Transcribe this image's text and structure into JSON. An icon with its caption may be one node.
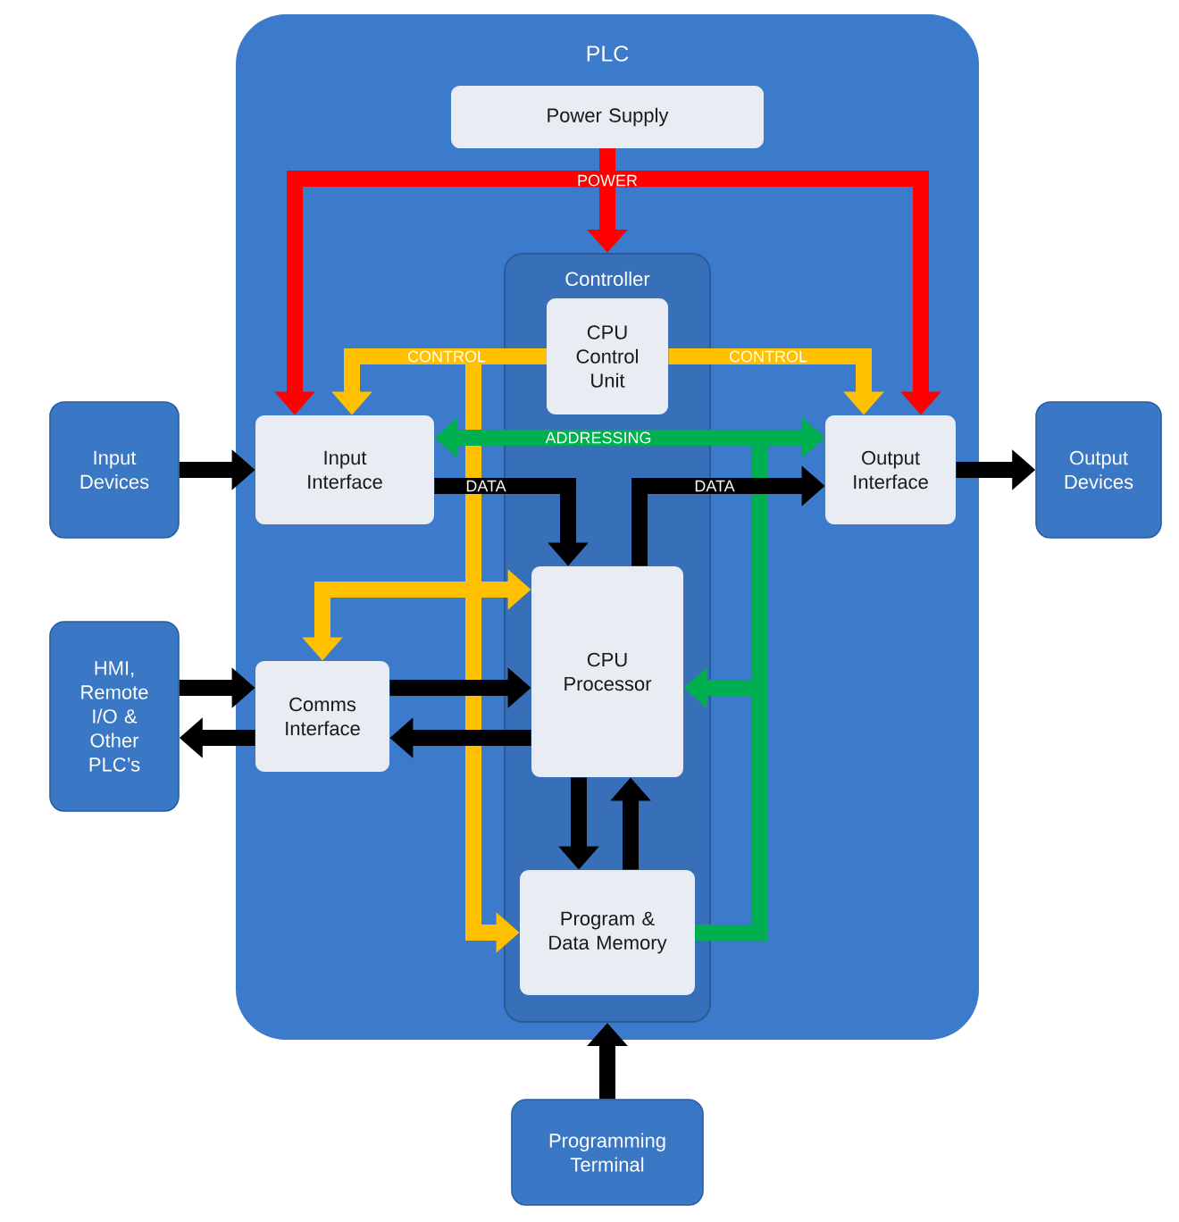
{
  "diagram": {
    "nodes": [
      {
        "text": [
          "PLC"
        ]
      },
      {
        "text": [
          "Power Supply"
        ],
        "in": 0
      },
      {
        "text": [
          "Controller"
        ],
        "in": 0
      },
      {
        "text": [
          "CPU Control Unit"
        ],
        "in": 2
      },
      {
        "text": [
          "Input Interface"
        ],
        "in": 0
      },
      {
        "text": [
          "Output Interface"
        ],
        "in": 0
      },
      {
        "text": [
          "CPU Processor"
        ],
        "in": 2
      },
      {
        "text": [
          "Comms Interface"
        ],
        "in": 0
      },
      {
        "text": [
          "Program & Data Memory"
        ],
        "in": 2
      },
      {
        "text": [
          "Input Devices"
        ]
      },
      {
        "text": [
          "Output Devices"
        ]
      },
      {
        "text": [
          "HMI, Remote I/O & Other PLC’s"
        ]
      },
      {
        "text": [
          "Programming Terminal"
        ]
      }
    ],
    "edges": [
      {
        "from": 1,
        "to": 2,
        "arrow": "to",
        "label": "POWER",
        "color": "#ff0000"
      },
      {
        "from": 1,
        "to": 4,
        "arrow": "to",
        "color": "#ff0000"
      },
      {
        "from": 1,
        "to": 5,
        "arrow": "to",
        "color": "#ff0000"
      },
      {
        "from": 3,
        "to": 4,
        "arrow": "to",
        "label": "CONTROL",
        "color": "#ffc000"
      },
      {
        "from": 3,
        "to": 5,
        "arrow": "to",
        "label": "CONTROL",
        "color": "#ffc000"
      },
      {
        "from": 3,
        "to": 6,
        "arrow": "to",
        "color": "#ffc000"
      },
      {
        "from": 3,
        "to": 7,
        "arrow": "to",
        "color": "#ffc000"
      },
      {
        "from": 3,
        "to": 8,
        "arrow": "to",
        "color": "#ffc000"
      },
      {
        "from": 8,
        "to": 4,
        "arrow": "to",
        "label": "ADDRESSING",
        "color": "#00b050"
      },
      {
        "from": 8,
        "to": 5,
        "arrow": "to",
        "color": "#00b050"
      },
      {
        "from": 8,
        "to": 6,
        "arrow": "to",
        "color": "#00b050"
      },
      {
        "from": 9,
        "to": 4,
        "arrow": "to"
      },
      {
        "from": 4,
        "to": 6,
        "arrow": "to",
        "label": "DATA"
      },
      {
        "from": 6,
        "to": 5,
        "arrow": "to",
        "label": "DATA"
      },
      {
        "from": 5,
        "to": 10,
        "arrow": "to"
      },
      {
        "from": 11,
        "to": 7,
        "arrow": "to"
      },
      {
        "from": 7,
        "to": 11,
        "arrow": "to"
      },
      {
        "from": 7,
        "to": 6,
        "arrow": "to"
      },
      {
        "from": 6,
        "to": 7,
        "arrow": "to"
      },
      {
        "from": 6,
        "to": 8,
        "arrow": "to"
      },
      {
        "from": 8,
        "to": 6,
        "arrow": "to"
      },
      {
        "from": 12,
        "to": 2,
        "arrow": "to"
      }
    ]
  }
}
